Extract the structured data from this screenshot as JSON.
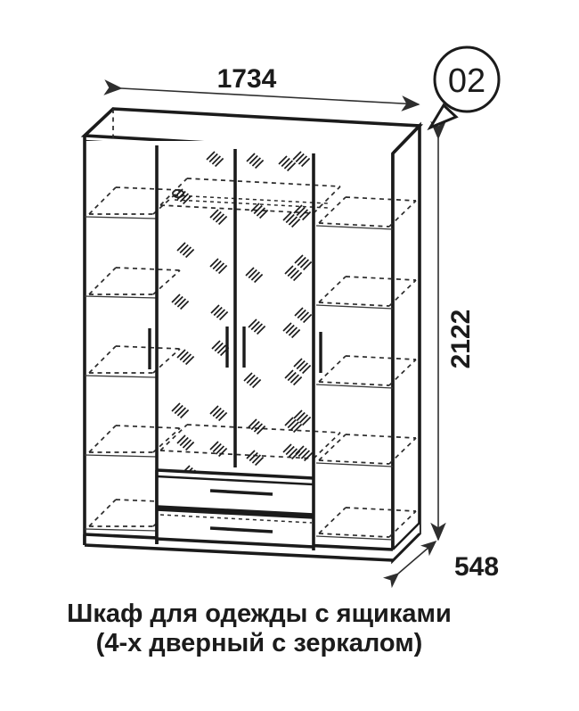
{
  "document": {
    "type": "furniture-assembly-drawing",
    "background_color": "#ffffff",
    "line_color": "#1b1b1b"
  },
  "badge": {
    "label": "02",
    "shape": "speech-bubble-circle"
  },
  "dimensions": {
    "width": {
      "value": "1734",
      "unit": "mm",
      "position": "top",
      "orientation": "horizontal"
    },
    "height": {
      "value": "2122",
      "unit": "mm",
      "position": "right",
      "orientation": "vertical-rotated"
    },
    "depth": {
      "value": "548",
      "unit": "mm",
      "position": "bottom-right",
      "orientation": "diagonal"
    }
  },
  "caption": {
    "line1": "Шкаф для одежды с ящиками",
    "line2": "(4-х дверный с зеркалом)"
  },
  "product": {
    "doors": 4,
    "drawers": 2,
    "mirror_doors": [
      2,
      3
    ],
    "shelves_per_side_section": 5,
    "handles": {
      "left_door": 1,
      "middle_doors": 2,
      "right_door": 1,
      "drawers": 2
    }
  }
}
